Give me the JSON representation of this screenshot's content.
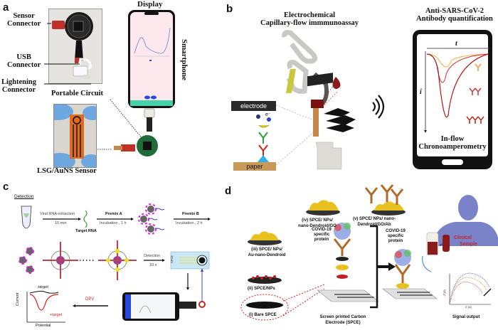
{
  "panels": {
    "a": {
      "label": "a",
      "sensor_connector": [
        "Sensor",
        "Connector"
      ],
      "usb_connector": [
        "USB",
        "Connector"
      ],
      "lightening_connector": [
        "Lightening",
        "Connector"
      ],
      "portable_circuit": "Portable Circuit",
      "display": "Display",
      "smartphone": "Smartphone",
      "sensor": "LSG/AuNS Sensor"
    },
    "b": {
      "label": "b",
      "title": [
        "Electrochemical",
        "Capillary-flow immmunoassay"
      ],
      "electrode": "electrode",
      "electron": "e⁻",
      "paper": "paper",
      "right_title": [
        "Anti-SARS-CoV-2",
        "Antibody quantification"
      ],
      "axis_t": "t",
      "axis_i": "i",
      "method": [
        "In-flow",
        "Chronoamperometry"
      ]
    },
    "c": {
      "label": "c",
      "detection_heading": "Detection",
      "step1_top": "Viral RNA extraction",
      "step1_bottom": "10 min",
      "target_rna": "Target RNA",
      "premix_a": "Premix A",
      "premix_a_sub": "Incubation , 1 h",
      "premix_b": "Premix B",
      "premix_b_sub": "Incubation , 2 h",
      "detection_step": "Detection",
      "detection_time": "10 s",
      "spce": "SPCE",
      "dpv": "DPV",
      "minus_target": "-target",
      "plus_target": "+target",
      "ylabel": "Current",
      "xlabel": "Potential"
    },
    "d": {
      "label": "d",
      "step_i": "(i) Bare SPCE",
      "step_ii": "(ii) SPCE/NPs",
      "step_iii": [
        "(iii) SPCE/ NPs/",
        "Au-nano-Dendroid"
      ],
      "step_iv": [
        "(iv) SPCE/ NPs/",
        "nano-Dendroid/GO"
      ],
      "step_v": [
        "(v) SPCE/ NPs/ nano-",
        "Dendroid/GO/Ab"
      ],
      "protein1": [
        "COVID-19",
        "specific",
        "protein"
      ],
      "protein2": [
        "COVID-19",
        "specific",
        "protein"
      ],
      "electrode": [
        "Screen printed Carbon",
        "Electrode (SPCE)"
      ],
      "clinical": [
        "Clinical",
        "Sample"
      ],
      "signal": "Signal output",
      "nyquist_y": "-Z''(Ω)",
      "nyquist_x": "Z' (Ω)"
    }
  },
  "colors": {
    "red": "#c0262b",
    "dark_red": "#8b1a1a",
    "orange": "#e8a33c",
    "person": "#7b83c8",
    "copper": "#c8874a",
    "gold": "#e8c020",
    "blue_arrow": "#4040e0",
    "phone_screen": "#fce8ec",
    "phone_bar": "#44d0a8",
    "green_board": "#1f6b3a"
  }
}
